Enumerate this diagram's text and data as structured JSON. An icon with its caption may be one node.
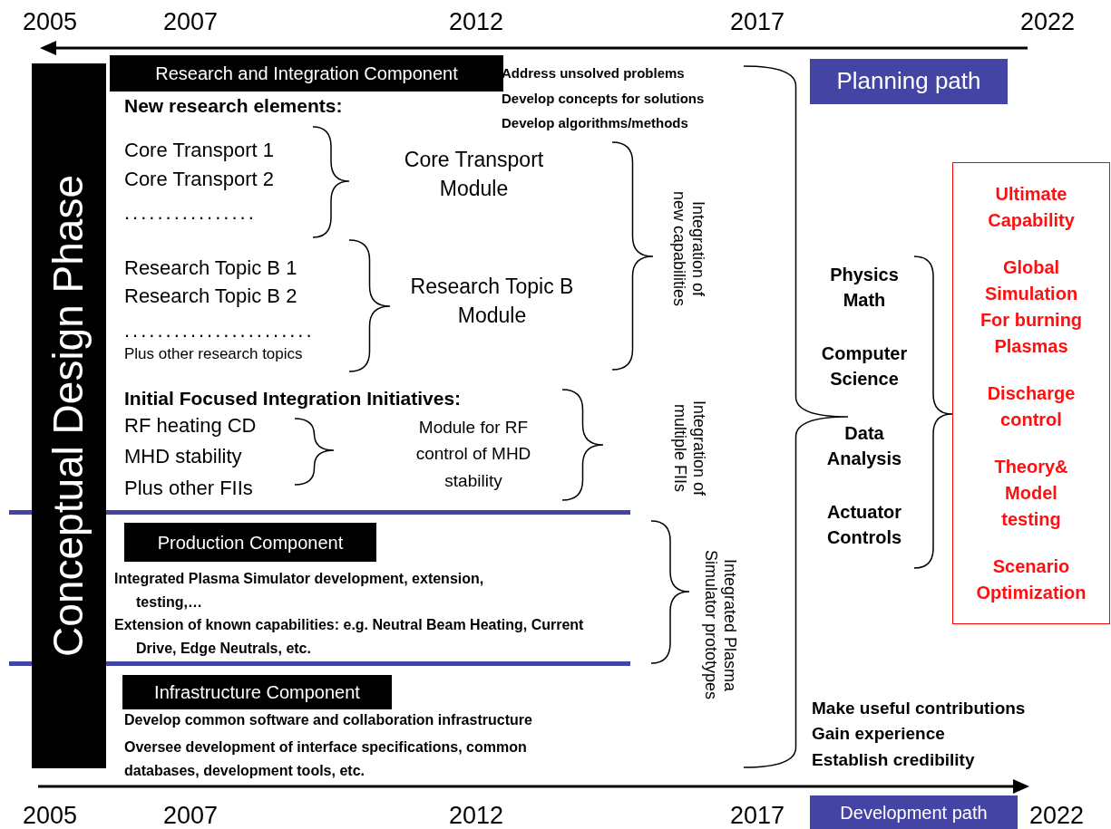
{
  "diagram": {
    "nodes": [
      {
        "text": [
          "Conceptual Design Phase"
        ]
      },
      {
        "text": [
          "Research and Integration Component"
        ]
      },
      {
        "text": [
          "Production Component"
        ]
      },
      {
        "text": [
          "Infrastructure Component"
        ]
      },
      {
        "text": [
          "Planning path"
        ]
      },
      {
        "text": [
          "Development path"
        ]
      },
      {
        "text": [
          "Ultimate Capability",
          "Global Simulation For burning Plasmas",
          "Discharge control",
          "Theory& Model testing",
          "Scenario Optimization"
        ]
      }
    ],
    "labels": [
      "2005",
      "2007",
      "2012",
      "2017",
      "2022",
      "Address unsolved problems",
      "Develop concepts for solutions",
      "Develop algorithms/methods",
      "New research elements:",
      "Core Transport 1",
      "Core Transport 2",
      "................",
      "Core Transport Module",
      "Integration of new capabilities",
      "Research Topic B 1",
      "Research Topic B 2",
      ".......................",
      "Plus other research topics",
      "Physics Math",
      "Computer Science",
      "Research Topic B Module",
      "Initial Focused Integration Initiatives:",
      "RF heating CD",
      "MHD stability",
      "Plus other FIIs",
      "Module for RF control of MHD stability",
      "Integration of multiple FIIs",
      "Data Analysis",
      "Actuator Controls",
      "Integrated Plasma Simulator prototypes",
      "Integrated Plasma Simulator development, extension, testing,…",
      "Extension of known capabilities: e.g. Neutral Beam Heating, Current Drive, Edge Neutrals, etc.",
      "Develop common software and collaboration infrastructure",
      "Oversee development of interface specifications, common databases, development tools, etc.",
      "Make useful contributions",
      "Gain experience",
      "Establish credibility",
      "2005",
      "2007",
      "2012",
      "2017",
      "2022"
    ]
  }
}
